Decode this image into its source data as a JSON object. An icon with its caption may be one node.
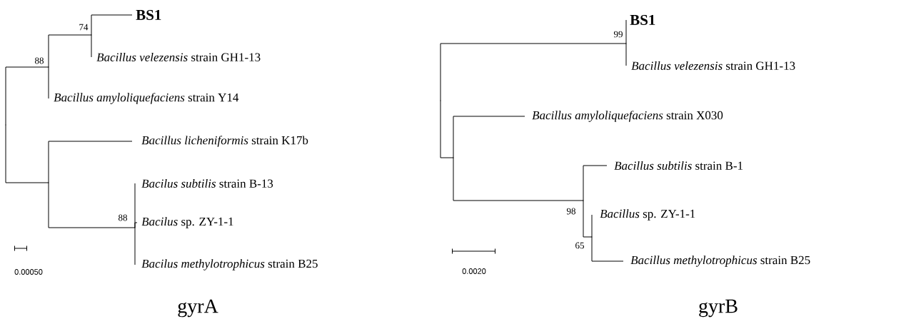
{
  "diagram": {
    "nodes": [
      {
        "text": [],
        "shape": "point"
      },
      {
        "text": [],
        "shape": "point",
        "beside": [
          "88"
        ]
      },
      {
        "text": [],
        "shape": "point",
        "beside": [
          "74"
        ]
      },
      {
        "text": [
          "BS1"
        ]
      },
      {
        "text": [
          "*Bacillus velezensis* strain GH1-13"
        ]
      },
      {
        "text": [
          "*Bacillus amyloliquefaciens* strain Y14"
        ]
      },
      {
        "text": [],
        "shape": "point"
      },
      {
        "text": [
          "*Bacillus licheniformis* strain K17b"
        ]
      },
      {
        "text": [],
        "shape": "point",
        "beside": [
          "88"
        ]
      },
      {
        "text": [
          "*Bacilus subtilis* strain B-13"
        ]
      },
      {
        "text": [
          "*Bacilus* sp. ZY-1-1"
        ]
      },
      {
        "text": [
          "*Bacilus methylotrophicus* strain B25"
        ]
      },
      {
        "text": [],
        "shape": "point"
      },
      {
        "text": [],
        "shape": "point",
        "beside": [
          "99"
        ]
      },
      {
        "text": [
          "BS1"
        ]
      },
      {
        "text": [
          "*Bacillus velezensis* strain GH1-13"
        ]
      },
      {
        "text": [],
        "shape": "point"
      },
      {
        "text": [
          "*Bacillus amyloliquefaciens* strain X030"
        ]
      },
      {
        "text": [],
        "shape": "point",
        "beside": [
          "98"
        ]
      },
      {
        "text": [
          "*Bacillus subtilis* strain B-1"
        ]
      },
      {
        "text": [],
        "shape": "point",
        "beside": [
          "65"
        ]
      },
      {
        "text": [
          "*Bacillus* sp. ZY-1-1"
        ]
      },
      {
        "text": [
          "*Bacillus methylotrophicus* strain B25"
        ]
      }
    ],
    "edges": [
      {
        "from": 0,
        "to": 1,
        "arrow": "none"
      },
      {
        "from": 0,
        "to": 6,
        "arrow": "none"
      },
      {
        "from": 1,
        "to": 2,
        "arrow": "none"
      },
      {
        "from": 1,
        "to": 5,
        "arrow": "none"
      },
      {
        "from": 2,
        "to": 3,
        "arrow": "none"
      },
      {
        "from": 2,
        "to": 4,
        "arrow": "none"
      },
      {
        "from": 6,
        "to": 7,
        "arrow": "none"
      },
      {
        "from": 6,
        "to": 8,
        "arrow": "none"
      },
      {
        "from": 8,
        "to": 9,
        "arrow": "none"
      },
      {
        "from": 8,
        "to": 10,
        "arrow": "none"
      },
      {
        "from": 8,
        "to": 11,
        "arrow": "none"
      },
      {
        "from": 12,
        "to": 13,
        "arrow": "none"
      },
      {
        "from": 12,
        "to": 16,
        "arrow": "none"
      },
      {
        "from": 13,
        "to": 14,
        "arrow": "none"
      },
      {
        "from": 13,
        "to": 15,
        "arrow": "none"
      },
      {
        "from": 16,
        "to": 17,
        "arrow": "none"
      },
      {
        "from": 16,
        "to": 18,
        "arrow": "none"
      },
      {
        "from": 18,
        "to": 19,
        "arrow": "none"
      },
      {
        "from": 18,
        "to": 20,
        "arrow": "none"
      },
      {
        "from": 20,
        "to": 21,
        "arrow": "none"
      },
      {
        "from": 20,
        "to": 22,
        "arrow": "none"
      }
    ],
    "labels": [
      "0.00050",
      "gyrA",
      "0.0020",
      "gyrB"
    ]
  }
}
